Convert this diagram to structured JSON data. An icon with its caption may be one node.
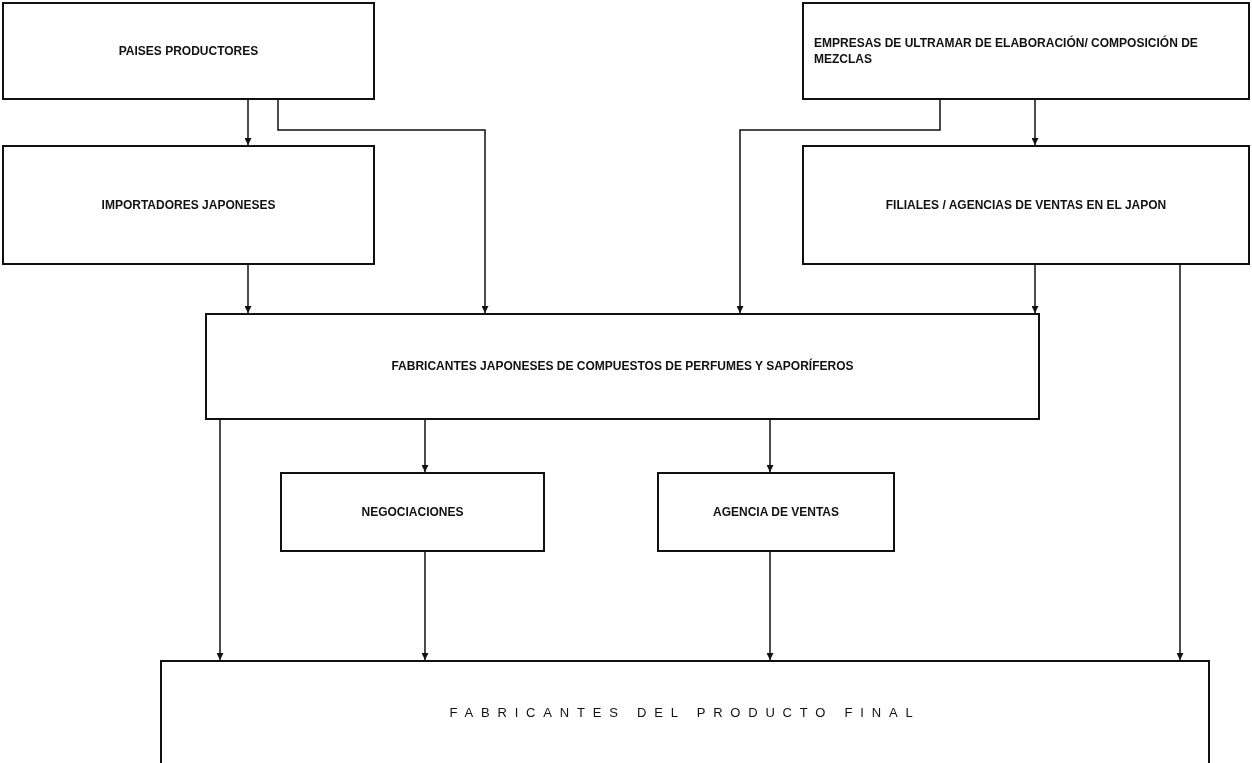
{
  "diagram": {
    "nodes": [
      {
        "text": [
          "PAISES PRODUCTORES"
        ]
      },
      {
        "text": [
          "EMPRESAS DE ULTRAMAR DE ELABORACIÓN/ COMPOSICIÓN DE MEZCLAS"
        ]
      },
      {
        "text": [
          "IMPORTADORES JAPONESES"
        ]
      },
      {
        "text": [
          "FILIALES / AGENCIAS DE VENTAS EN EL JAPON"
        ]
      },
      {
        "text": [
          "FABRICANTES JAPONESES DE COMPUESTOS DE PERFUMES Y SAPORÍFEROS"
        ]
      },
      {
        "text": [
          "NEGOCIACIONES"
        ]
      },
      {
        "text": [
          "AGENCIA DE VENTAS"
        ]
      },
      {
        "text": [
          "FABRICANTES DEL PRODUCTO FINAL"
        ]
      }
    ],
    "edges": [
      {
        "from": 0,
        "to": 2,
        "arrow": "to"
      },
      {
        "from": 0,
        "to": 4,
        "arrow": "to"
      },
      {
        "from": 1,
        "to": 4,
        "arrow": "to"
      },
      {
        "from": 1,
        "to": 3,
        "arrow": "to"
      },
      {
        "from": 2,
        "to": 4,
        "arrow": "to"
      },
      {
        "from": 3,
        "to": 4,
        "arrow": "to"
      },
      {
        "from": 3,
        "to": 7,
        "arrow": "to"
      },
      {
        "from": 4,
        "to": 7,
        "arrow": "to"
      },
      {
        "from": 4,
        "to": 5,
        "arrow": "to"
      },
      {
        "from": 4,
        "to": 6,
        "arrow": "to"
      },
      {
        "from": 5,
        "to": 7,
        "arrow": "to"
      },
      {
        "from": 6,
        "to": 7,
        "arrow": "to"
      }
    ]
  }
}
